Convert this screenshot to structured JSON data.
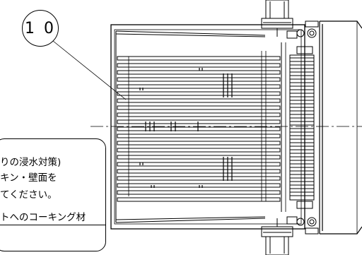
{
  "balloon": {
    "label": "1 0"
  },
  "callout": {
    "lines": [
      "りの浸水対策)",
      "キン・壁面を",
      "てください。",
      "トへのコーキング材"
    ]
  }
}
